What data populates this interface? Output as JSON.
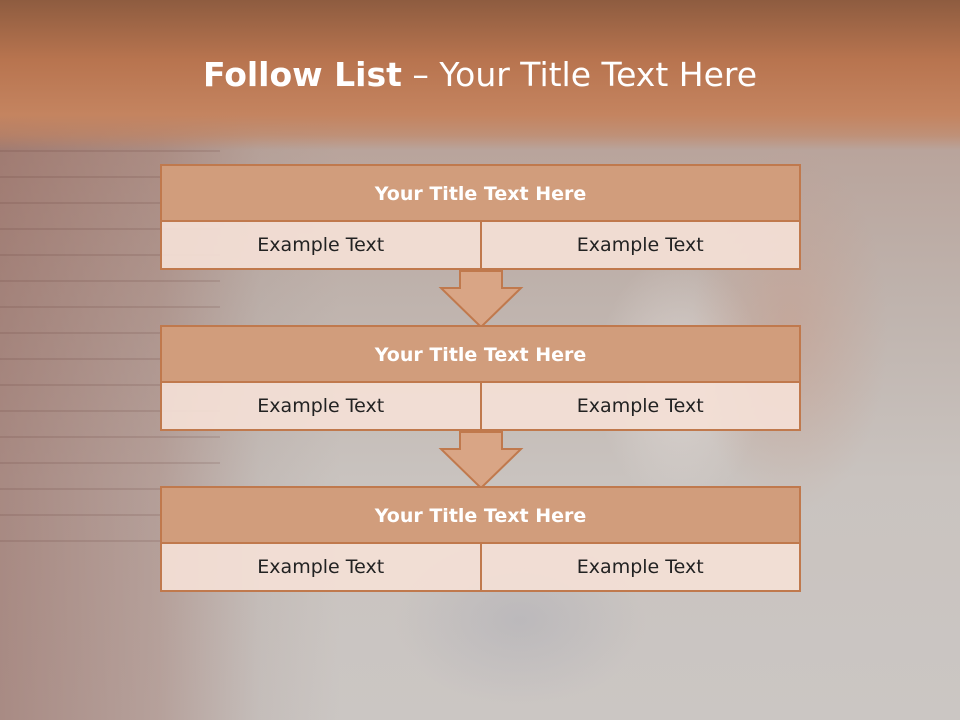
{
  "slide": {
    "title_bold": "Follow List",
    "title_rest": " – Your Title Text Here"
  },
  "blocks": [
    {
      "title": "Your Title Text Here",
      "left": "Example Text",
      "right": "Example Text"
    },
    {
      "title": "Your Title Text Here",
      "left": "Example Text",
      "right": "Example Text"
    },
    {
      "title": "Your Title Text Here",
      "left": "Example Text",
      "right": "Example Text"
    }
  ],
  "colors": {
    "accent": "#c0794d",
    "header_fill": "#d19d7c",
    "cell_fill": "#f4e0d6",
    "arrow_fill": "#d9a585"
  },
  "icons": [
    "down-arrow-icon"
  ]
}
